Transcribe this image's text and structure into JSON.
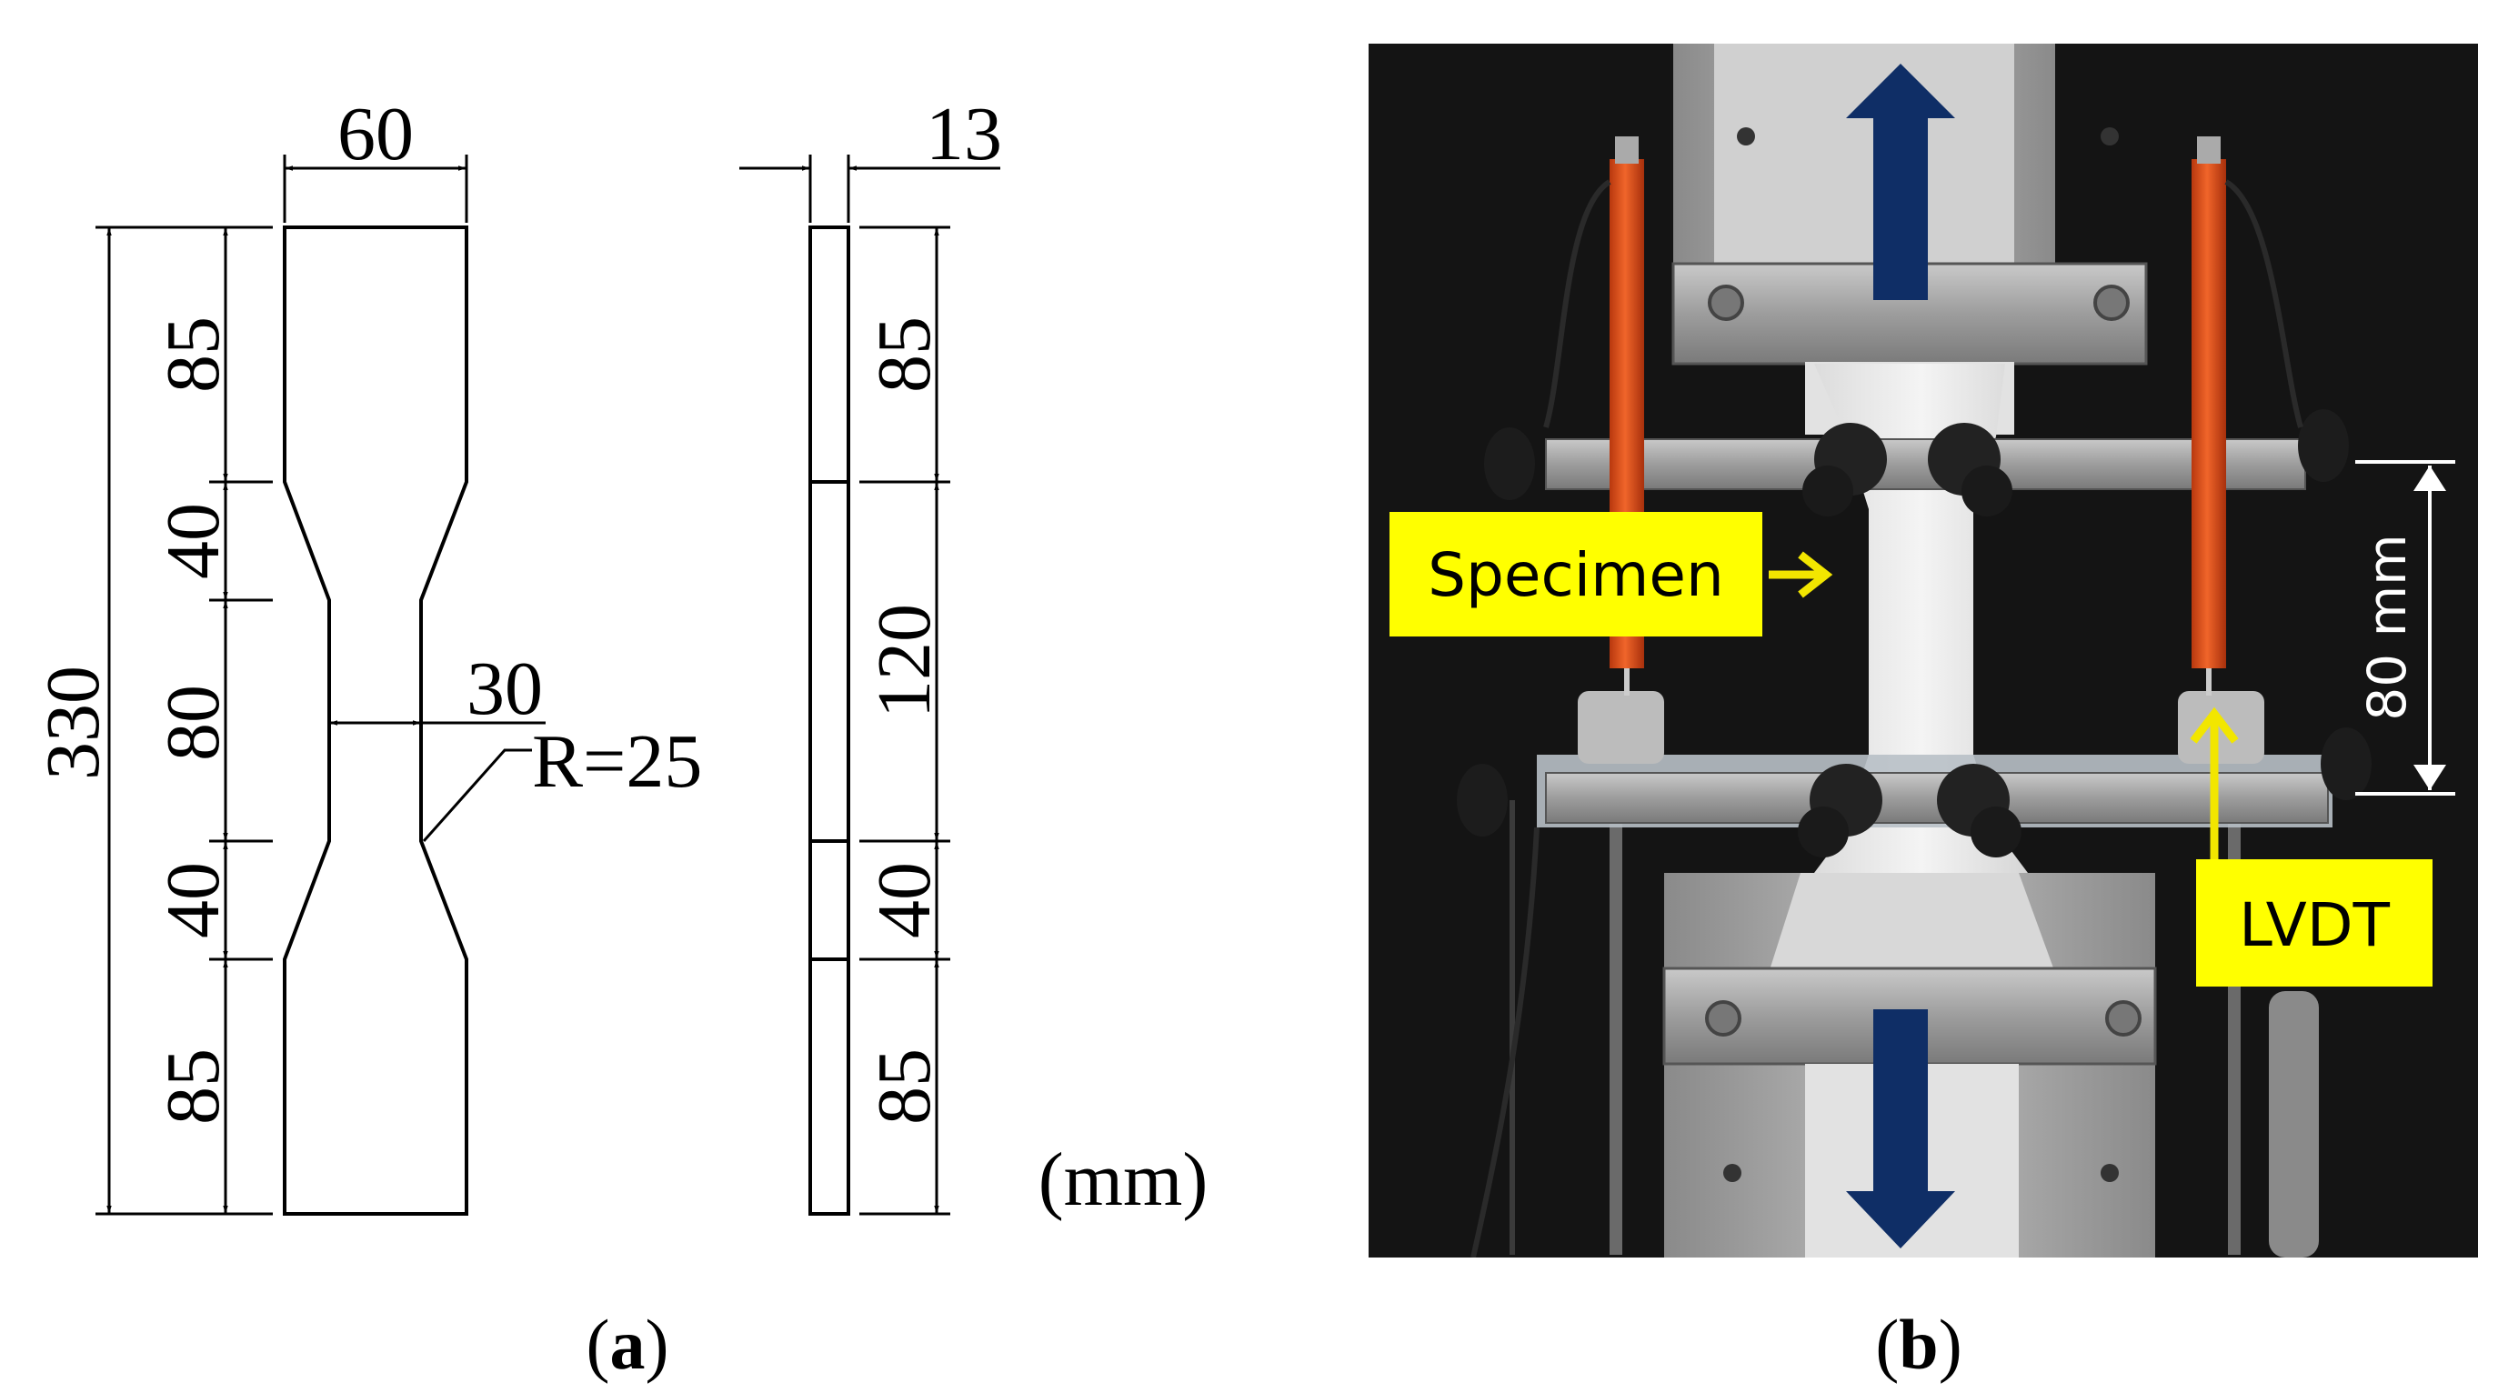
{
  "panel_a": {
    "width_label": "60",
    "thickness_label": "13",
    "total_length_label": "330",
    "left_segments": [
      "85",
      "40",
      "80",
      "40",
      "85"
    ],
    "right_segments": [
      "85",
      "120",
      "40",
      "85"
    ],
    "neck_width_label": "30",
    "radius_label": "R=25",
    "unit_label": "(mm)",
    "caption_open": "(",
    "caption_letter": "a",
    "caption_close": ")"
  },
  "panel_b": {
    "specimen_label": "Specimen",
    "lvdt_label": "LVDT",
    "gauge_label": "80 mm",
    "caption_open": "(",
    "caption_letter": "b",
    "caption_close": ")",
    "colors": {
      "arrow": "#0f2e66",
      "callout_fill": "#ffff00",
      "callout_arrow": "#f2e600",
      "lvdt_body": "#e8541e",
      "background": "#141414"
    }
  }
}
